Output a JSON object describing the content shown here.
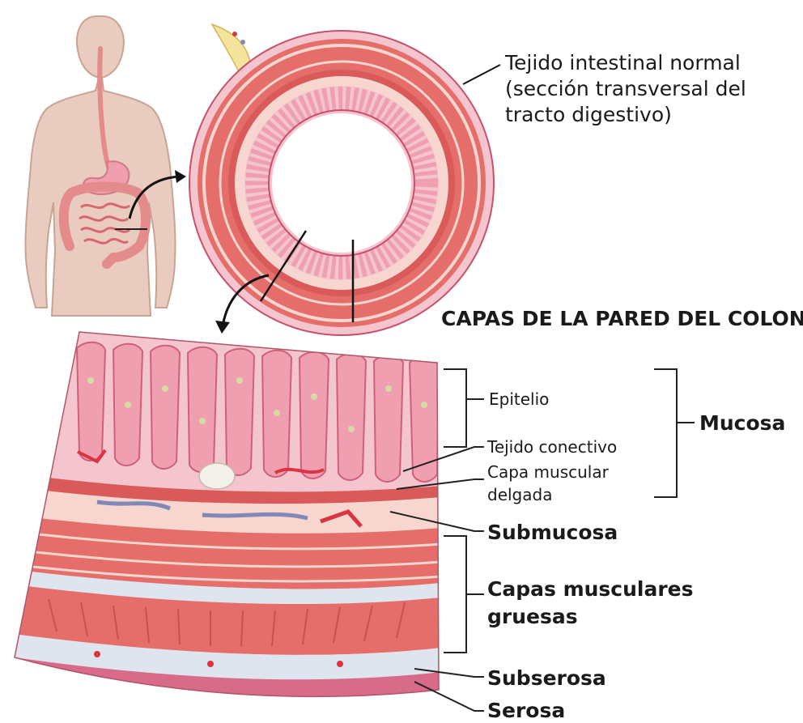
{
  "labels": {
    "normal_tissue": [
      "Tejido intestinal normal",
      "(sección transversal del",
      "tracto digestivo)"
    ],
    "section_title": "CAPAS DE LA PARED DEL COLON",
    "epitelio": "Epitelio",
    "tejido_conectivo": "Tejido conectivo",
    "capa_muscular_delgada": [
      "Capa muscular",
      "delgada"
    ],
    "mucosa": "Mucosa",
    "submucosa": "Submucosa",
    "capas_musculares_gruesas": [
      "Capas musculares",
      "gruesas"
    ],
    "subserosa": "Subserosa",
    "serosa": "Serosa"
  },
  "colors": {
    "skin": "#e9cbbf",
    "skin_outline": "#c9a394",
    "intestine": "#e48b8b",
    "muscle": "#e56e6b",
    "muscle_dark": "#cf4f4f",
    "mucosa_light": "#f4c5cf",
    "villi": "#ef9fb0",
    "submucosa": "#f6d6cf",
    "subserosa": "#dfe5ef",
    "serosa": "#d86a8a",
    "vessel_red": "#d9343f",
    "vessel_blue": "#8088b8",
    "cell_green": "#d5dca3"
  }
}
